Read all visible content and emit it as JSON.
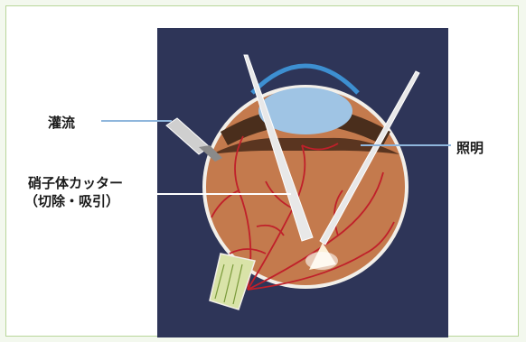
{
  "labels": {
    "irrigation": "灌流",
    "vitrectomy_line1": "硝子体カッター",
    "vitrectomy_line2": "（切除・吸引）",
    "illumination": "照明"
  },
  "colors": {
    "panel_bg": "#2e3558",
    "eye_body": "#c47a4d",
    "vessel": "#c0202a",
    "lens": "#9fc4e4",
    "cornea": "#3d8fd1",
    "leader_line": "#8fb6dc",
    "frame_border": "#b9d69a"
  }
}
